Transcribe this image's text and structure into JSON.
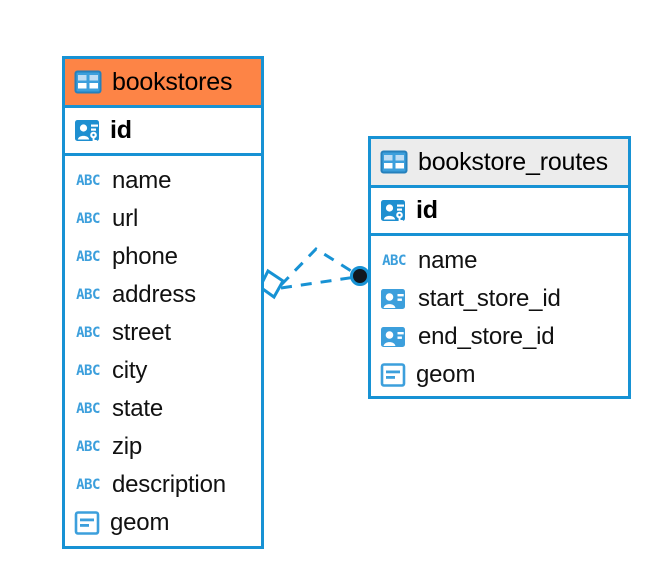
{
  "diagram": {
    "type": "entity-relationship-diagram",
    "background": "#FFFFFF",
    "accent_color": "#1792D4",
    "selected_header_color": "#FD8446",
    "plain_header_color": "#ECECEC",
    "entities": [
      {
        "name": "bookstores",
        "selected": true,
        "table_icon": "table-icon",
        "primary_key": {
          "label": "id",
          "icon": "primary-key-icon"
        },
        "fields": [
          {
            "label": "name",
            "icon": "text-type-icon",
            "type_glyph": "ABC"
          },
          {
            "label": "url",
            "icon": "text-type-icon",
            "type_glyph": "ABC"
          },
          {
            "label": "phone",
            "icon": "text-type-icon",
            "type_glyph": "ABC"
          },
          {
            "label": "address",
            "icon": "text-type-icon",
            "type_glyph": "ABC"
          },
          {
            "label": "street",
            "icon": "text-type-icon",
            "type_glyph": "ABC"
          },
          {
            "label": "city",
            "icon": "text-type-icon",
            "type_glyph": "ABC"
          },
          {
            "label": "state",
            "icon": "text-type-icon",
            "type_glyph": "ABC"
          },
          {
            "label": "zip",
            "icon": "text-type-icon",
            "type_glyph": "ABC"
          },
          {
            "label": "description",
            "icon": "text-type-icon",
            "type_glyph": "ABC"
          },
          {
            "label": "geom",
            "icon": "geometry-type-icon",
            "type_glyph": ""
          }
        ]
      },
      {
        "name": "bookstore_routes",
        "selected": false,
        "table_icon": "table-icon",
        "primary_key": {
          "label": "id",
          "icon": "primary-key-icon"
        },
        "fields": [
          {
            "label": "name",
            "icon": "text-type-icon",
            "type_glyph": "ABC"
          },
          {
            "label": "start_store_id",
            "icon": "foreign-key-icon",
            "type_glyph": ""
          },
          {
            "label": "end_store_id",
            "icon": "foreign-key-icon",
            "type_glyph": ""
          },
          {
            "label": "geom",
            "icon": "geometry-type-icon",
            "type_glyph": ""
          }
        ]
      }
    ],
    "relationships": [
      {
        "from": "bookstores",
        "to": "bookstore_routes",
        "style": "dashed",
        "color": "#1792D4",
        "source_marker": "diamond-outline",
        "target_marker": "filled-circle"
      },
      {
        "from": "bookstores",
        "to": "bookstore_routes",
        "style": "dashed",
        "color": "#1792D4",
        "source_marker": "diamond-outline",
        "target_marker": "filled-circle"
      }
    ]
  }
}
